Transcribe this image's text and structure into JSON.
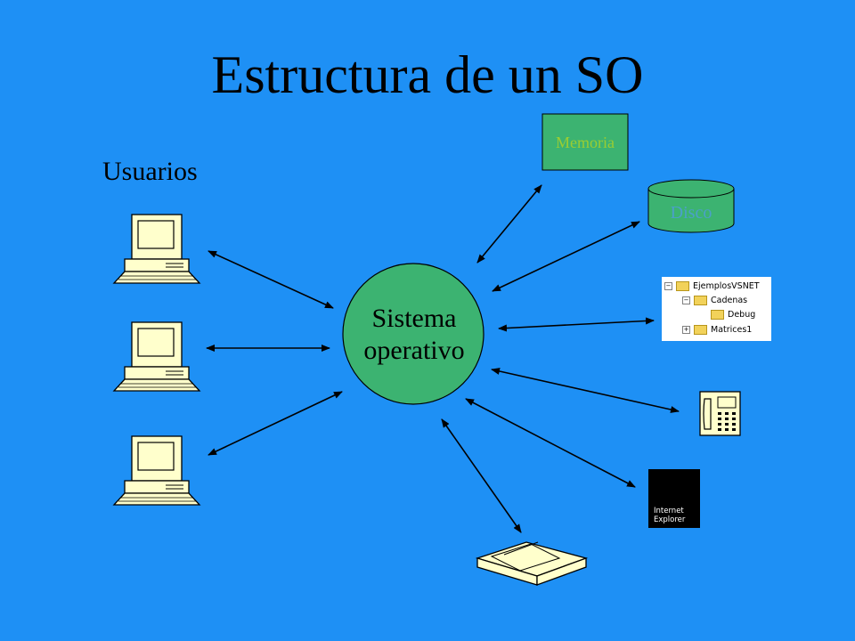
{
  "title": "Estructura de un SO",
  "users_label": "Usuarios",
  "os": {
    "line1": "Sistema",
    "line2": "operativo"
  },
  "memoria": "Memoria",
  "disco": "Disco",
  "tree": [
    {
      "label": "EjemplosVSNET",
      "expander": "−"
    },
    {
      "label": "Cadenas",
      "expander": "−"
    },
    {
      "label": "Debug",
      "expander": ""
    },
    {
      "label": "Matrices1",
      "expander": "+"
    }
  ],
  "ie": {
    "line1": "Internet",
    "line2": "Explorer"
  },
  "colors": {
    "background": "#1E90F5",
    "os_fill": "#3CB371",
    "device_fill": "#FFFFCC",
    "memoria_fill": "#3CB371",
    "disco_fill": "#3CB371"
  }
}
